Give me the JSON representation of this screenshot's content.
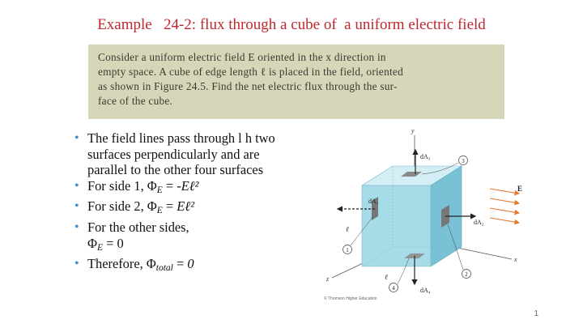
{
  "slide": {
    "title": "Example   24-2: flux through a cube of  a uniform electric field",
    "page_number": "1"
  },
  "problem": {
    "lines": [
      "Consider a uniform electric field E oriented in the x direction in",
      "empty space. A cube of edge length ℓ is placed in the field, oriented",
      "as shown in Figure 24.5. Find the net electric flux through the sur-",
      "face of the cube."
    ]
  },
  "bullets": {
    "b1_line1": "The field lines pass through l h two",
    "b1_line2": "surfaces perpendicularly and are",
    "b1_line3": "parallel to the other four surfaces",
    "b2_prefix": "For side 1, Φ",
    "b2_sub": "E",
    "b2_eq": " = -",
    "b2_val": "Eℓ²",
    "b3_prefix": "For side 2, Φ",
    "b3_sub": "E",
    "b3_eq": " = ",
    "b3_val": "Eℓ²",
    "b4_line1": "For the other sides,",
    "b4_phi": "Φ",
    "b4_sub": "E",
    "b4_eq": " = 0",
    "b5_prefix": "Therefore, Φ",
    "b5_sub": "total",
    "b5_eq": " = ",
    "b5_val": "0"
  },
  "figure": {
    "axis_y": "y",
    "axis_x": "x",
    "axis_z": "z",
    "field_label": "E",
    "dA1": "dA₁",
    "dA2": "dA₂",
    "dA3": "dA₃",
    "dA4": "dA₄",
    "c1": "1",
    "c2": "2",
    "c3": "3",
    "c4": "4",
    "edge_left": "ℓ",
    "edge_bottom": "ℓ",
    "credit": "© Thomson Higher Education"
  },
  "colors": {
    "title": "#c0272d",
    "problem_bg": "#d8d6b8",
    "bullet": "#3b8fd0",
    "cube_front": "#a6dbe8",
    "cube_top": "#d3eef5",
    "cube_side": "#79c2d6",
    "field_arrow": "#e8772e"
  }
}
